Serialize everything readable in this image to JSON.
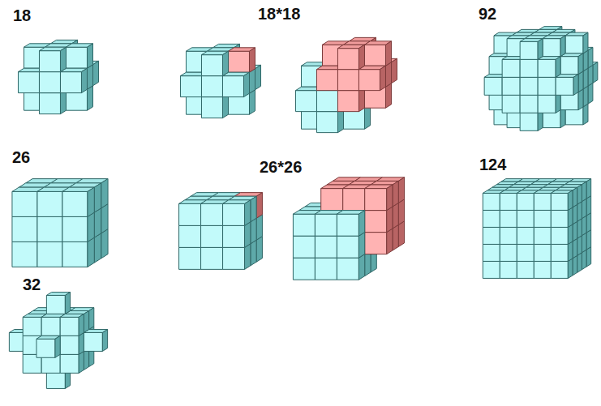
{
  "diagram": {
    "labels": [
      "18",
      "18*18",
      "92",
      "26",
      "26*26",
      "124",
      "32"
    ]
  }
}
